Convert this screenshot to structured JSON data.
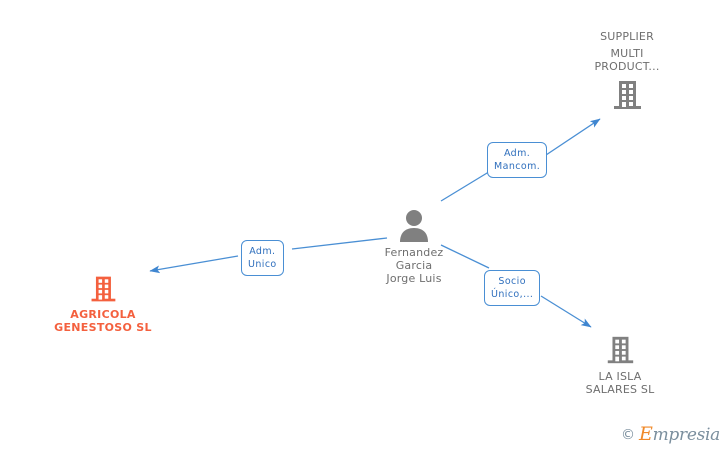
{
  "diagram": {
    "type": "corporate-relationship-graph",
    "background_color": "#ffffff",
    "edge_color": "#4a8fd4",
    "highlight_color": "#f4603e",
    "neutral_color": "#808080",
    "center": {
      "id": "person-center",
      "icon": "person-icon",
      "icon_color": "#808080",
      "label_lines": [
        "Fernandez",
        "Garcia",
        "Jorge Luis"
      ],
      "label_color": "#6e6e6e"
    },
    "nodes": [
      {
        "id": "supplier-multi-product",
        "icon": "building-icon",
        "icon_color": "#808080",
        "label_lines": [
          "SUPPLIER",
          "MULTI",
          "PRODUCT..."
        ],
        "label_position": "above",
        "highlighted": false
      },
      {
        "id": "agricola-genestoso-sl",
        "icon": "building-icon",
        "icon_color": "#f4603e",
        "label_lines": [
          "AGRICOLA",
          "GENESTOSO SL"
        ],
        "label_position": "below",
        "highlighted": true
      },
      {
        "id": "la-isla-salares-sl",
        "icon": "building-icon",
        "icon_color": "#808080",
        "label_lines": [
          "LA ISLA",
          "SALARES SL"
        ],
        "label_position": "below",
        "highlighted": false
      }
    ],
    "edges": [
      {
        "id": "edge-adm-mancom",
        "from": "person-center",
        "to": "supplier-multi-product",
        "badge_lines": [
          "Adm.",
          "Mancom."
        ]
      },
      {
        "id": "edge-adm-unico",
        "from": "person-center",
        "to": "agricola-genestoso-sl",
        "badge_lines": [
          "Adm.",
          "Unico"
        ]
      },
      {
        "id": "edge-socio-unico",
        "from": "person-center",
        "to": "la-isla-salares-sl",
        "badge_lines": [
          "Socio",
          "Único,..."
        ]
      }
    ]
  },
  "watermark": {
    "copyright_symbol": "©",
    "brand_initial": "E",
    "brand_rest": "mpresia"
  }
}
